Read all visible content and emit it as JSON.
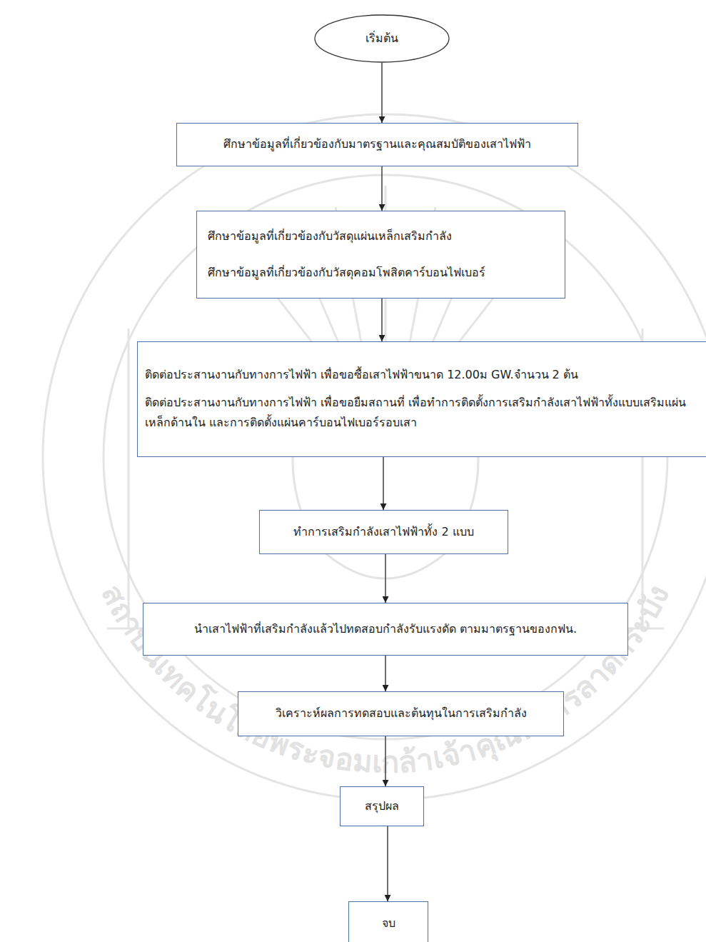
{
  "diagram": {
    "nodes": [
      {
        "text": [
          "เริ่มต้น"
        ]
      },
      {
        "text": [
          "ศึกษาข้อมูลที่เกี่ยวข้องกับมาตรฐานและคุณสมบัติของเสาไฟฟ้า"
        ]
      },
      {
        "text": [
          "ศึกษาข้อมูลที่เกี่ยวข้องกับวัสดุแผ่นเหล็กเสริมกำลัง",
          "ศึกษาข้อมูลที่เกี่ยวข้องกับวัสดุคอมโพสิตคาร์บอนไฟเบอร์"
        ]
      },
      {
        "text": [
          "ติดต่อประสานงานกับทางการไฟฟ้า เพื่อขอซื้อเสาไฟฟ้าขนาด 12.00ม GW.จำนวน 2 ต้น",
          "ติดต่อประสานงานกับทางการไฟฟ้า เพื่อขอยืมสถานที่ เพื่อทำการติดตั้งการเสริมกำลังเสาไฟฟ้าทั้งแบบเสริมแผ่นเหล็กด้านใน และการติดตั้งแผ่นคาร์บอนไฟเบอร์รอบเสา"
        ]
      },
      {
        "text": [
          "ทำการเสริมกำลังเสาไฟฟ้าทั้ง 2 แบบ"
        ]
      },
      {
        "text": [
          "นำเสาไฟฟ้าที่เสริมกำลังแล้วไปทดสอบกำลังรับแรงดัด ตามมาตรฐานของกฟน."
        ]
      },
      {
        "text": [
          "วิเคราะห์ผลการทดสอบและต้นทุนในการเสริมกำลัง"
        ]
      },
      {
        "text": [
          "สรุปผล"
        ]
      },
      {
        "text": [
          "จบ"
        ]
      }
    ],
    "edges": [
      {
        "from": 0,
        "to": 1,
        "arrow": "to"
      },
      {
        "from": 1,
        "to": 2,
        "arrow": "to"
      },
      {
        "from": 2,
        "to": 3,
        "arrow": "to"
      },
      {
        "from": 3,
        "to": 4,
        "arrow": "to"
      },
      {
        "from": 4,
        "to": 5,
        "arrow": "to"
      },
      {
        "from": 5,
        "to": 6,
        "arrow": "to"
      },
      {
        "from": 6,
        "to": 7,
        "arrow": "to"
      },
      {
        "from": 7,
        "to": 8,
        "arrow": "to"
      }
    ],
    "labels": [
      "สถาบันเทคโนโลยีพระจอมเกล้าเจ้าคุณทหารลาดกระบัง"
    ]
  }
}
